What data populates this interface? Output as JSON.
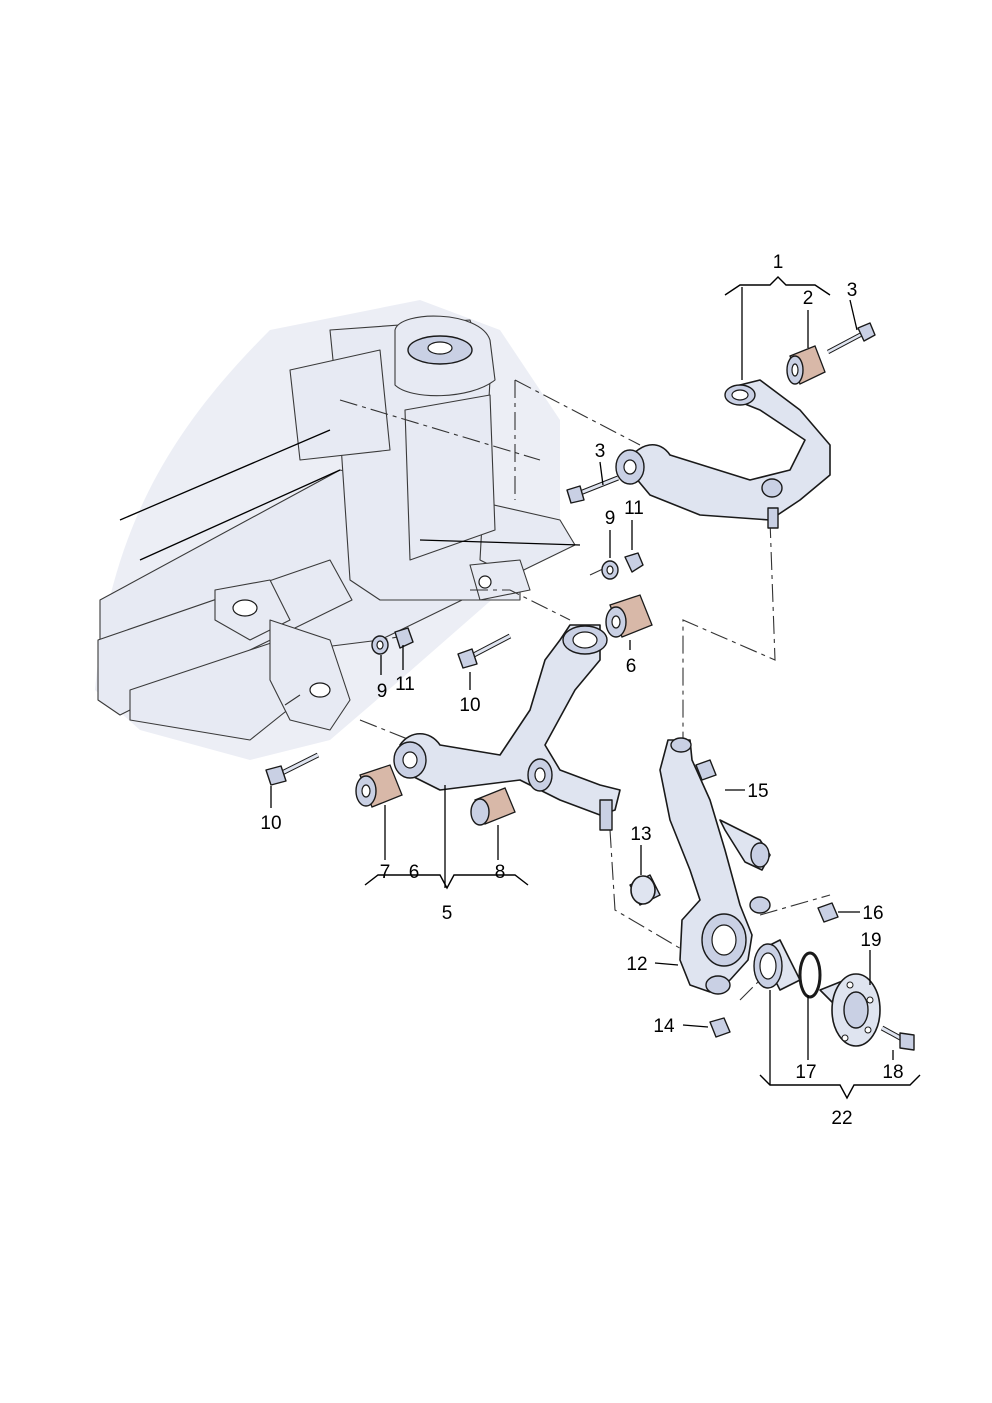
{
  "callouts": {
    "c1": "1",
    "c2": "2",
    "c3a": "3",
    "c3b": "3",
    "c5": "5",
    "c6a": "6",
    "c6b": "6",
    "c7": "7",
    "c8": "8",
    "c9a": "9",
    "c9b": "9",
    "c10a": "10",
    "c10b": "10",
    "c11a": "11",
    "c11b": "11",
    "c12": "12",
    "c13": "13",
    "c14": "14",
    "c15": "15",
    "c16": "16",
    "c17": "17",
    "c18": "18",
    "c19": "19",
    "c22": "22"
  },
  "colors": {
    "part_fill": "#dfe4f0",
    "part_shade": "#aab4d2",
    "bushing": "#d8b8a8",
    "outline": "#1a1a1a"
  }
}
